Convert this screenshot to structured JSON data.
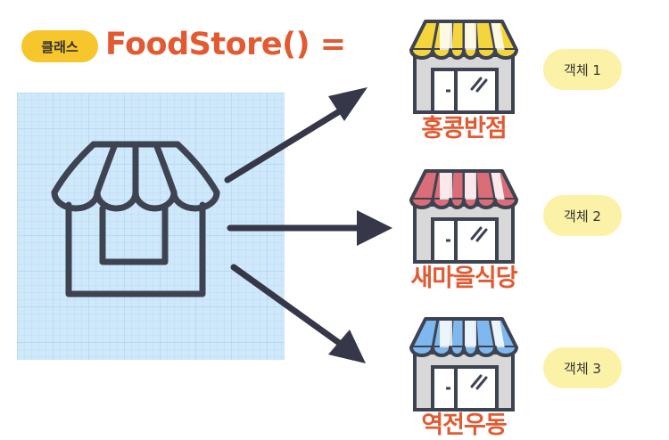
{
  "header": {
    "class_badge": "클래스",
    "class_title": "FoodStore() ="
  },
  "colors": {
    "badge_yellow": "#F7C52C",
    "object_badge_yellow": "#FBF1A7",
    "title_orange": "#E25A32",
    "blueprint_blue": "#CFE8FA",
    "blueprint_grid": "#A9D2F2",
    "outline_dark": "#3E4352",
    "arrow_dark": "#363748",
    "shop_wall_gray": "#D8D8D8",
    "awning_yellow": "#F4D63C",
    "awning_red": "#DA6D78",
    "awning_blue": "#7EB8EE"
  },
  "blueprint_icon": "storefront-outline-icon",
  "objects": [
    {
      "store_name": "홍콩반점",
      "object_label": "객체 1",
      "awning_color": "#F4D63C",
      "icon": "shop-yellow-awning-icon"
    },
    {
      "store_name": "새마을식당",
      "object_label": "객체 2",
      "awning_color": "#DA6D78",
      "icon": "shop-red-awning-icon"
    },
    {
      "store_name": "역전우동",
      "object_label": "객체 3",
      "awning_color": "#7EB8EE",
      "icon": "shop-blue-awning-icon"
    }
  ]
}
